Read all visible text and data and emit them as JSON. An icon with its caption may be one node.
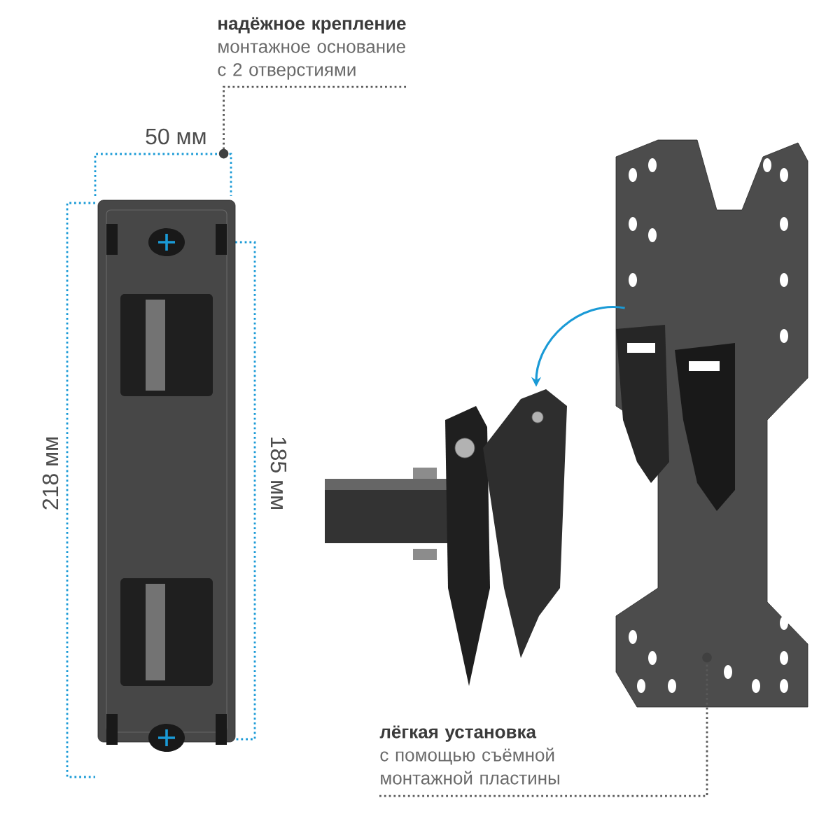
{
  "diagram": {
    "nodes": [
      {
        "text": [
          "надёжное крепление",
          "монтажное основание с 2 отверстиями"
        ]
      },
      {
        "text": [],
        "shape": "picture"
      },
      {
        "text": [
          "лёгкая установка",
          "с помощью съёмной монтажной пластины"
        ]
      },
      {
        "text": [],
        "shape": "picture"
      },
      {
        "text": [],
        "shape": "picture"
      }
    ],
    "edges": [
      {
        "from": 0,
        "to": 1,
        "arrow": "other",
        "style": "dashed"
      },
      {
        "from": 2,
        "to": 4,
        "arrow": "other",
        "style": "dashed"
      },
      {
        "from": 4,
        "to": 3,
        "arrow": "to",
        "color": "#1a9ad6"
      }
    ],
    "labels": [
      "50 мм",
      "218 мм",
      "185 мм"
    ]
  }
}
